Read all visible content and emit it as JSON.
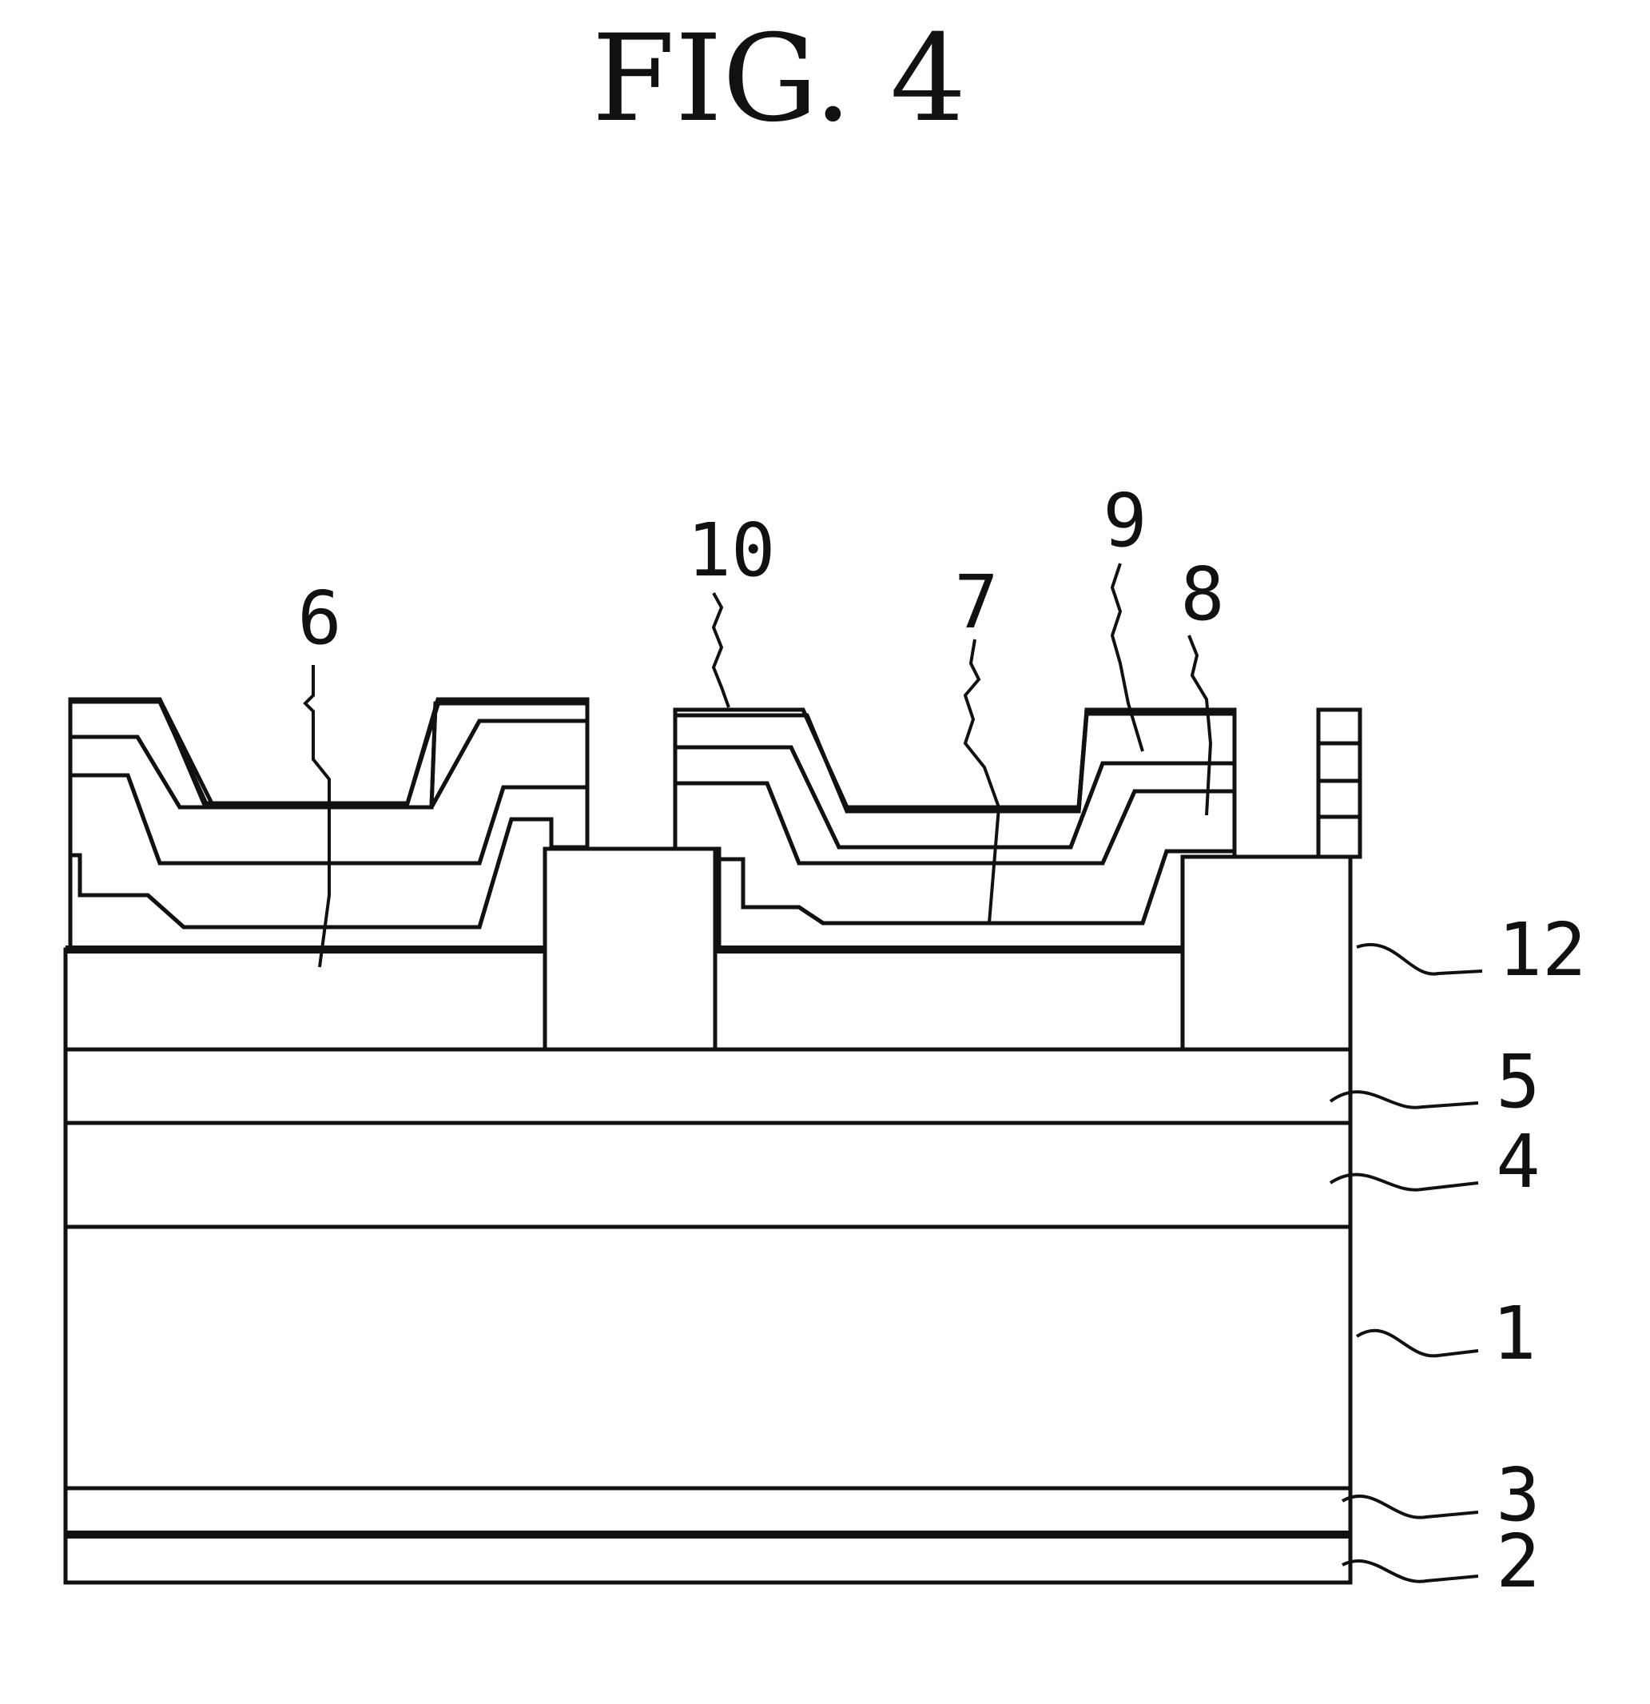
{
  "figure": {
    "title": "FIG. 4",
    "reference_numerals": {
      "n6": "6",
      "n10": "10",
      "n7": "7",
      "n9": "9",
      "n8": "8",
      "n12": "12",
      "n5": "5",
      "n4": "4",
      "n1": "1",
      "n3": "3",
      "n2": "2"
    }
  }
}
